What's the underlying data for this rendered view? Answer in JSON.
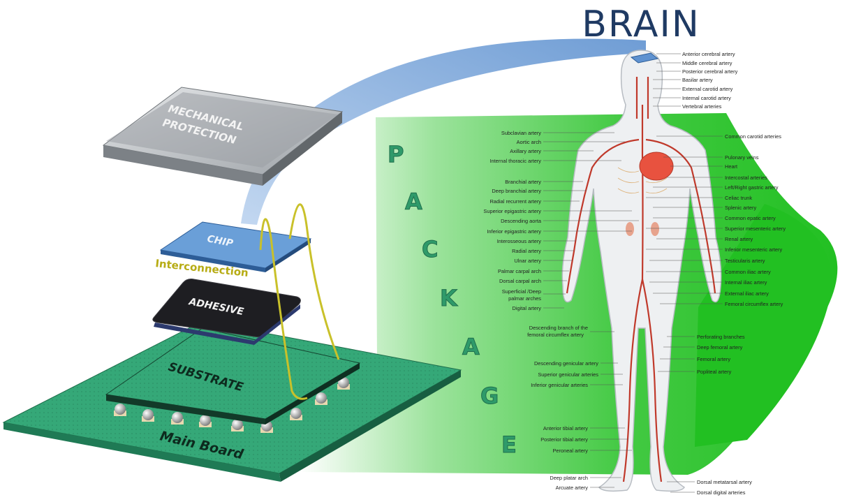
{
  "title": "BRAIN",
  "package_letters": [
    "P",
    "A",
    "C",
    "K",
    "A",
    "G",
    "E"
  ],
  "layers": {
    "mechanical": "MECHANICAL PROTECTION",
    "chip": "CHIP",
    "interconnection": "Interconnection",
    "adhesive": "ADHESIVE",
    "substrate": "SUBSTRATE",
    "main_board": "Main Board"
  },
  "left_labels": [
    "Subclavian artery",
    "Aortic arch",
    "Axillary artery",
    "Internal thoracic artery",
    "Branchial artery",
    "Deep branchial artery",
    "Radial recurrent artery",
    "Superior epigastric artery",
    "Descending aorta",
    "Inferior epigastric artery",
    "Interosseous artery",
    "Radial artery",
    "Ulnar artery",
    "Palmar carpal arch",
    "Dorsal carpal arch",
    "Superficial /Deep",
    "palmar arches",
    "Digital artery",
    "Descending branch of the",
    "femoral circumflex artery",
    "Descending genicular artery",
    "Superior genicular arteries",
    "Inferior genicular arteries",
    "Anterior tibial artery",
    "Posterior tibial artery",
    "Peroneal artery",
    "Deep platar arch",
    "Arcuate artery"
  ],
  "right_labels": [
    "Anterior cerebral artery",
    "Middle cerebral artery",
    "Posterior cerebral artery",
    "Basilar artery",
    "External carotid artery",
    "Internal carotid artery",
    "Vertebral arteries",
    "Common carotid arteries",
    "Pulonary veins",
    "Heart",
    "Intercostal arteries",
    "Left/Right gastric artery",
    "Celiac trunk",
    "Splenic artery",
    "Common epatic artery",
    "Superior mesenteric artery",
    "Renal artery",
    "Inferior mesenteric artery",
    "Testicularis artery",
    "Common iliac artery",
    "Internal iliac artery",
    "External iliac artery",
    "Femoral circumflex artery",
    "Perforating branches",
    "Deep femoral artery",
    "Femoral artery",
    "Popliteal artery",
    "Dorsal metatarsal artery",
    "Dorsal digital arteries"
  ],
  "colors": {
    "title": "#1f3a63",
    "arc": "#6f9fd6",
    "green": "#20c020",
    "chip": "#6a9fd8",
    "substrate": "#2e9a6e",
    "artery": "#c0392b",
    "body_outline": "#b7bcc2"
  }
}
